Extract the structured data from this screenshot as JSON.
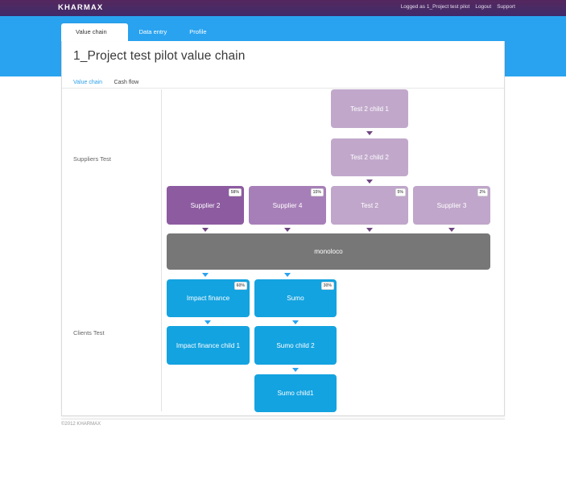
{
  "topbar": {
    "brand": "KHARMAX",
    "logged_as": "Logged as 1_Project test pilot",
    "logout": "Logout",
    "support": "Support",
    "bg_color": "#4a2a62"
  },
  "tabs": [
    {
      "label": "Value chain",
      "active": true
    },
    {
      "label": "Data entry",
      "active": false
    },
    {
      "label": "Profile",
      "active": false
    }
  ],
  "page": {
    "title": "1_Project test pilot value chain",
    "accent_blue": "#29a3f0"
  },
  "subnav": [
    {
      "label": "Value chain",
      "style": "link"
    },
    {
      "label": "Cash flow",
      "style": "plain"
    }
  ],
  "diagram": {
    "row_labels": [
      {
        "text": "Suppliers Test"
      },
      {
        "text": "Clients Test"
      }
    ],
    "nodes": [
      {
        "name": "test-2-child-1",
        "label": "Test 2 child 1",
        "badge": "",
        "color": "#c1a8cb"
      },
      {
        "name": "test-2-child-2",
        "label": "Test 2 child 2",
        "badge": "",
        "color": "#c1a8cb"
      },
      {
        "name": "supplier-2",
        "label": "Supplier 2",
        "badge": "58%",
        "color": "#8d5ba0"
      },
      {
        "name": "supplier-4",
        "label": "Supplier 4",
        "badge": "15%",
        "color": "#a77fb8"
      },
      {
        "name": "test-2",
        "label": "Test 2",
        "badge": "5%",
        "color": "#c0a6ca"
      },
      {
        "name": "supplier-3",
        "label": "Supplier 3",
        "badge": "2%",
        "color": "#c0a6ca"
      },
      {
        "name": "monoloco",
        "label": "monoloco",
        "badge": "",
        "color": "#777777"
      },
      {
        "name": "impact-finance",
        "label": "Impact finance",
        "badge": "60%",
        "color": "#13a3e0"
      },
      {
        "name": "sumo",
        "label": "Sumo",
        "badge": "30%",
        "color": "#13a3e0"
      },
      {
        "name": "impact-finance-child-1",
        "label": "Impact finance child 1",
        "badge": "",
        "color": "#13a3e0"
      },
      {
        "name": "sumo-child-2",
        "label": "Sumo child 2",
        "badge": "",
        "color": "#13a3e0"
      },
      {
        "name": "sumo-child-1",
        "label": "Sumo child1",
        "badge": "",
        "color": "#13a3e0"
      }
    ]
  },
  "footer": {
    "copyright": "©2012 KHARMAX"
  }
}
